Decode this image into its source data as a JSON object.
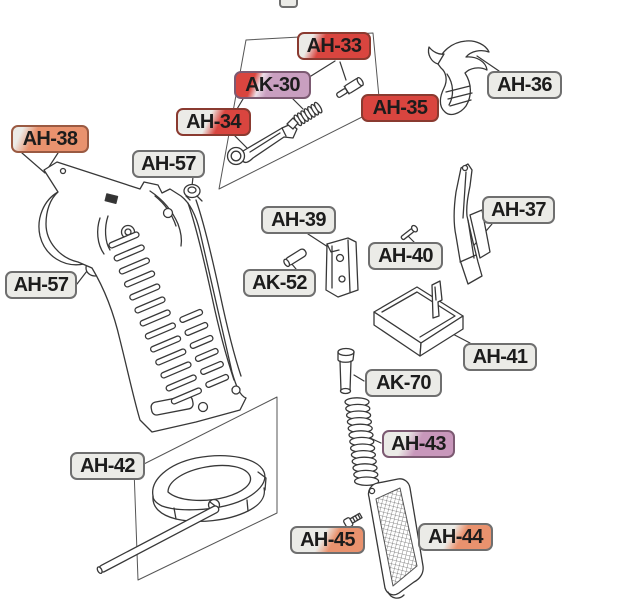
{
  "diagram_type": "exploded-parts-diagram",
  "palette": {
    "background": "#ffffff",
    "line_art": "#383838",
    "label_gray": "#ebebe7",
    "label_red": "#d9453f",
    "label_pink": "#c897bb",
    "label_orange": "#e9926e",
    "label_border": "#6f6f6f",
    "label_text": "#1c1c1c"
  },
  "labels": [
    {
      "id": "AH-33",
      "text": "AH-33",
      "style": "red-gray"
    },
    {
      "id": "AK-30",
      "text": "AK-30",
      "style": "red-pink"
    },
    {
      "id": "AH-34",
      "text": "AH-34",
      "style": "gray-red"
    },
    {
      "id": "AH-35",
      "text": "AH-35",
      "style": "red"
    },
    {
      "id": "AH-36",
      "text": "AH-36",
      "style": "gray"
    },
    {
      "id": "AH-38",
      "text": "AH-38",
      "style": "orange"
    },
    {
      "id": "AH-57-top",
      "text": "AH-57",
      "style": "gray"
    },
    {
      "id": "AH-57-left",
      "text": "AH-57",
      "style": "gray"
    },
    {
      "id": "AH-39",
      "text": "AH-39",
      "style": "gray"
    },
    {
      "id": "AK-52",
      "text": "AK-52",
      "style": "gray"
    },
    {
      "id": "AH-40",
      "text": "AH-40",
      "style": "gray"
    },
    {
      "id": "AH-37",
      "text": "AH-37",
      "style": "gray"
    },
    {
      "id": "AH-41",
      "text": "AH-41",
      "style": "gray"
    },
    {
      "id": "AK-70",
      "text": "AK-70",
      "style": "gray"
    },
    {
      "id": "AH-43",
      "text": "AH-43",
      "style": "pink-gray"
    },
    {
      "id": "AH-42",
      "text": "AH-42",
      "style": "gray"
    },
    {
      "id": "AH-45",
      "text": "AH-45",
      "style": "gray-orange"
    },
    {
      "id": "AH-44",
      "text": "AH-44",
      "style": "gray-orange"
    }
  ]
}
